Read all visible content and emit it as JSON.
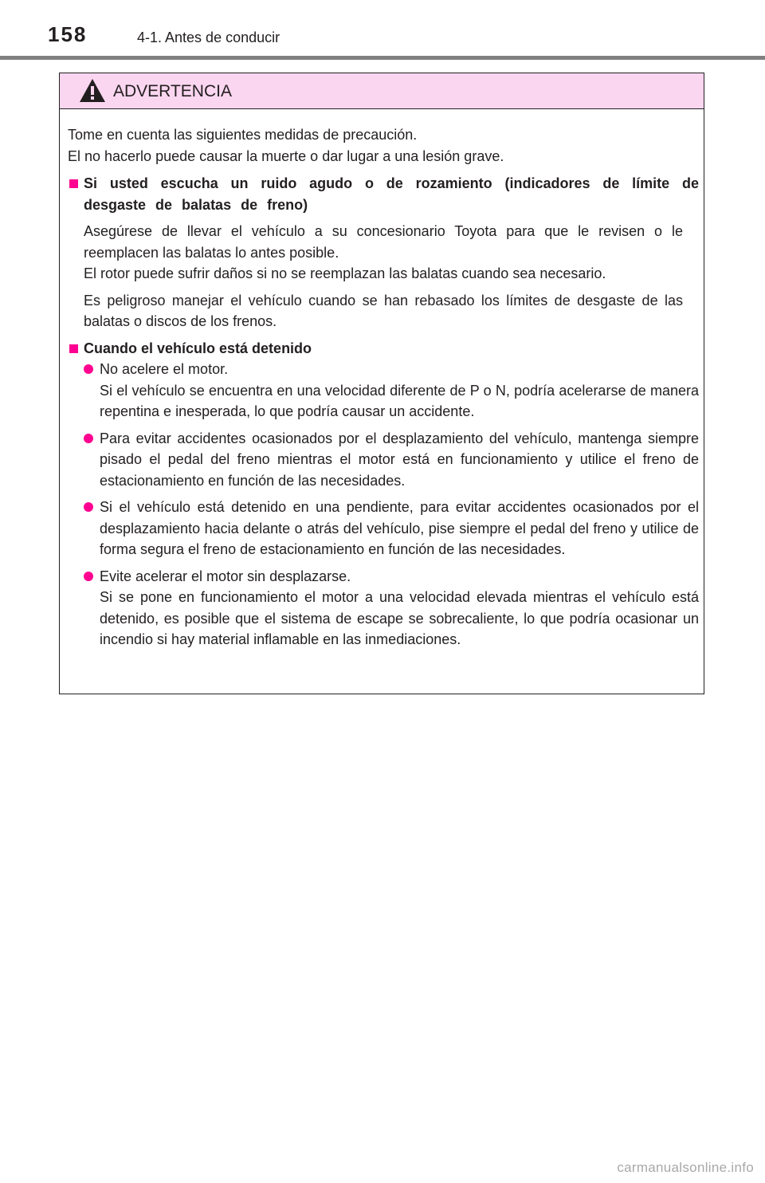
{
  "header": {
    "page_number": "158",
    "section": "4-1. Antes de conducir"
  },
  "warning": {
    "title": "ADVERTENCIA",
    "intro_lines": [
      "Tome en cuenta las siguientes medidas de precaución.",
      "El no hacerlo puede causar la muerte o dar lugar a una lesión grave."
    ],
    "sections": [
      {
        "heading": "Si usted escucha un ruido agudo o de rozamiento (indicadores de límite de desgaste de balatas de freno)",
        "paragraphs": [
          "Asegúrese de llevar el vehículo a su concesionario Toyota para que le revisen o le reemplacen las balatas lo antes posible.",
          "El rotor puede sufrir daños si no se reemplazan las balatas cuando sea necesario.",
          "Es peligroso manejar el vehículo cuando se han rebasado los límites de desgaste de las balatas o discos de los frenos."
        ]
      },
      {
        "heading": "Cuando el vehículo está detenido",
        "bullets": [
          "No acelere el motor.",
          "Si el vehículo se encuentra en una velocidad diferente de P o N, podría acelerarse de manera repentina e inesperada, lo que podría causar un accidente.",
          "Para evitar accidentes ocasionados por el desplazamiento del vehículo, mantenga siempre pisado el pedal del freno mientras el motor está en funcionamiento y utilice el freno de estacionamiento en función de las necesidades.",
          "Si el vehículo está detenido en una pendiente, para evitar accidentes ocasionados por el desplazamiento hacia delante o atrás del vehículo, pise siempre el pedal del freno y utilice de forma segura el freno de estacionamiento en función de las necesidades.",
          "Evite acelerar el motor sin desplazarse.",
          "Si se pone en funcionamiento el motor a una velocidad elevada mientras el vehículo está detenido, es posible que el sistema de escape se sobrecaliente, lo que podría ocasionar un incendio si hay material inflamable en las inmediaciones."
        ]
      }
    ]
  },
  "watermark": "carmanualsonline.info",
  "colors": {
    "accent": "#ff0090",
    "warning_header_bg": "#fbd6f0",
    "rule": "#808080",
    "text": "#231f20"
  }
}
